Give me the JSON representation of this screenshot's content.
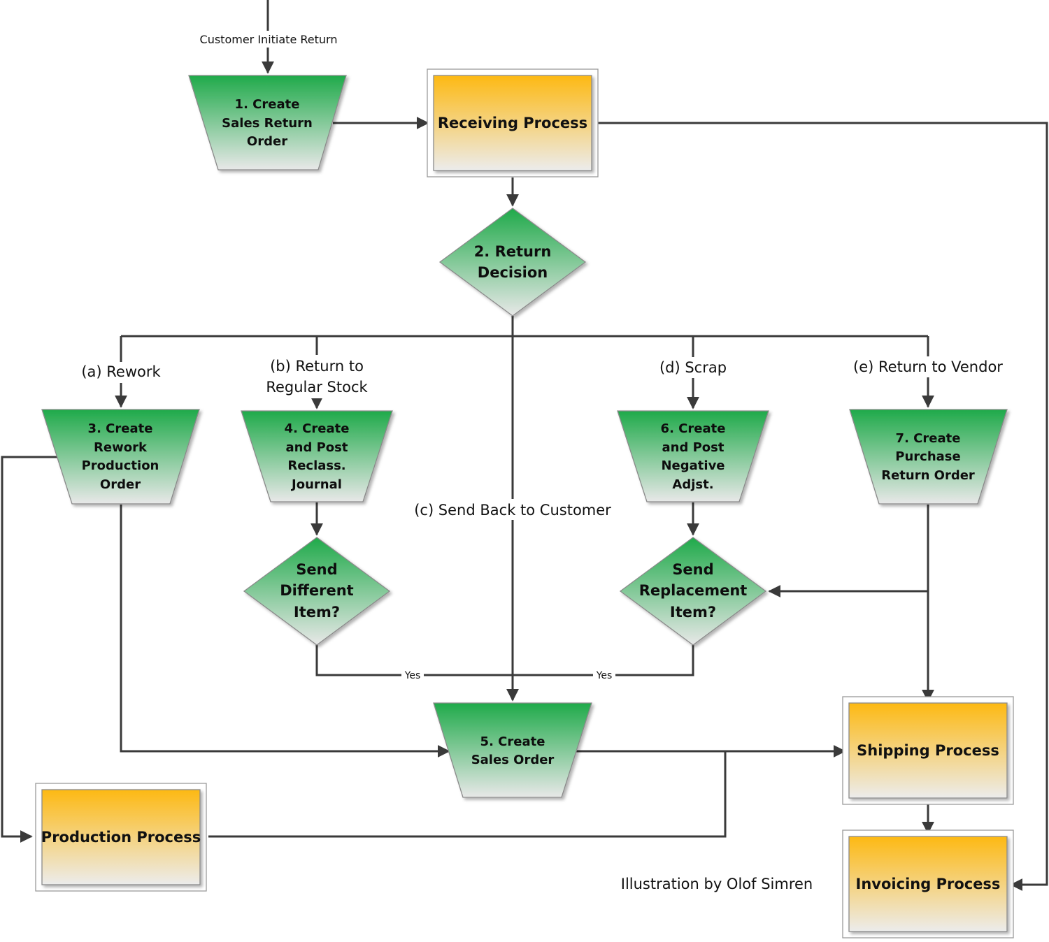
{
  "nodes": {
    "create_sales_return_order": {
      "lines": [
        "1. Create",
        "Sales Return",
        "Order"
      ]
    },
    "receiving_process": {
      "lines": [
        "Receiving Process"
      ]
    },
    "return_decision": {
      "lines": [
        "2. Return",
        "Decision"
      ]
    },
    "create_rework_production_order": {
      "lines": [
        "3. Create",
        "Rework",
        "Production",
        "Order"
      ]
    },
    "create_post_reclass_journal": {
      "lines": [
        "4. Create",
        "and Post",
        "Reclass.",
        "Journal"
      ]
    },
    "create_post_negative_adjst": {
      "lines": [
        "6. Create",
        "and Post",
        "Negative",
        "Adjst."
      ]
    },
    "create_purchase_return_order": {
      "lines": [
        "7. Create",
        "Purchase",
        "Return Order"
      ]
    },
    "send_different_item": {
      "lines": [
        "Send",
        "Different",
        "Item?"
      ]
    },
    "send_replacement_item": {
      "lines": [
        "Send",
        "Replacement",
        "Item?"
      ]
    },
    "create_sales_order": {
      "lines": [
        "5. Create",
        "Sales Order"
      ]
    },
    "shipping_process": {
      "lines": [
        "Shipping Process"
      ]
    },
    "production_process": {
      "lines": [
        "Production Process"
      ]
    },
    "invoicing_process": {
      "lines": [
        "Invoicing Process"
      ]
    }
  },
  "edge_labels": {
    "customer_initiate_return": "Customer Initiate Return",
    "rework": "(a) Rework",
    "return_to_regular_stock": [
      "(b) Return to",
      "Regular Stock"
    ],
    "send_back_to_customer": "(c) Send Back to Customer",
    "scrap": "(d) Scrap",
    "return_to_vendor": "(e) Return to Vendor",
    "yes_left": "Yes",
    "yes_right": "Yes"
  },
  "credit": "Illustration by Olof Simren",
  "colors": {
    "green_top": "#1faa4a",
    "green_bottom": "#e8e8e8",
    "orange_top": "#fdb913",
    "orange_bottom": "#ececec",
    "connector": "#3a3a3a"
  }
}
